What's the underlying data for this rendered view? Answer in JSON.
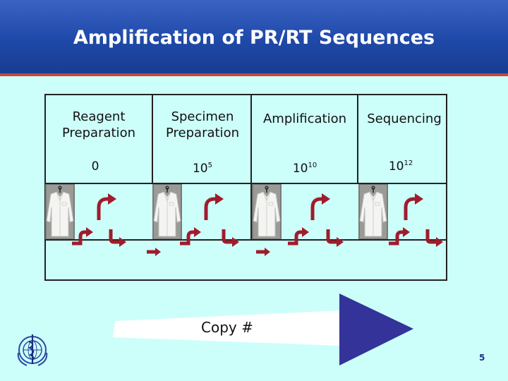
{
  "slide": {
    "title": "Amplification of PR/RT Sequences",
    "page_number": "5"
  },
  "stages": [
    {
      "label_line1": "Reagent",
      "label_line2": "Preparation",
      "copy_base": "0",
      "copy_exp": ""
    },
    {
      "label_line1": "Specimen",
      "label_line2": "Preparation",
      "copy_base": "10",
      "copy_exp": "5"
    },
    {
      "label_line1": "Amplification",
      "label_line2": "",
      "copy_base": "10",
      "copy_exp": "10"
    },
    {
      "label_line1": "Sequencing",
      "label_line2": "",
      "copy_base": "10",
      "copy_exp": "12"
    }
  ],
  "wedge": {
    "label": "Copy #"
  },
  "icons": {
    "lab_coat": "lab-coat-icon",
    "flow_arrow": "curved-arrow-icon",
    "logo": "who-emblem-icon"
  },
  "colors": {
    "background": "#ccfffa",
    "header": "#1f49a8",
    "arrow": "#a01c2c",
    "triangle": "#333399"
  }
}
